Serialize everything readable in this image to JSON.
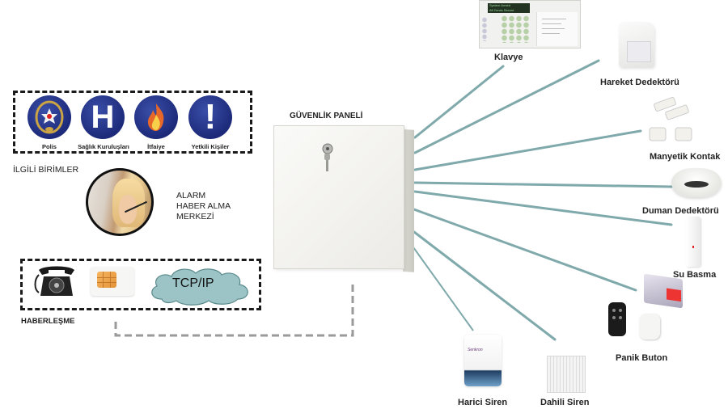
{
  "diagram": {
    "title": "GÜVENLİK PANELİ",
    "connector_color": "#7fa9ab",
    "units_group": {
      "title": "İLGİLİ BİRİMLER",
      "items": [
        {
          "label": "Polis",
          "icon": "police-badge-icon"
        },
        {
          "label": "Sağlık Kuruluşları",
          "icon": "hospital-h-icon"
        },
        {
          "label": "İtfaiye",
          "icon": "fire-icon"
        },
        {
          "label": "Yetkili Kişiler",
          "icon": "exclamation-icon"
        }
      ]
    },
    "alarm_center": {
      "line1": "ALARM",
      "line2": "HABER ALMA",
      "line3": "MERKEZİ"
    },
    "communication_group": {
      "title": "HABERLEŞME",
      "items": [
        {
          "label": "",
          "icon": "telephone-icon"
        },
        {
          "label": "",
          "icon": "sim-card-icon"
        },
        {
          "label": "TCP/IP",
          "icon": "cloud-icon"
        }
      ]
    },
    "devices": [
      {
        "label": "Klavye",
        "icon": "keypad-icon"
      },
      {
        "label": "Hareket Dedektörü",
        "icon": "motion-detector-icon"
      },
      {
        "label": "Manyetik Kontak",
        "icon": "magnetic-contact-icon"
      },
      {
        "label": "Duman Dedektörü",
        "icon": "smoke-detector-icon"
      },
      {
        "label": "Su Basma",
        "icon": "water-sensor-icon"
      },
      {
        "label": "Panik Buton",
        "icon": "panic-button-icon"
      },
      {
        "label": "Dahili Siren",
        "icon": "indoor-siren-icon"
      },
      {
        "label": "Harici Siren",
        "icon": "outdoor-siren-icon"
      }
    ],
    "keypad_display": {
      "line1": "System Armed",
      "line2": "All Zones Secure"
    },
    "siren_brand": "Senkron"
  }
}
